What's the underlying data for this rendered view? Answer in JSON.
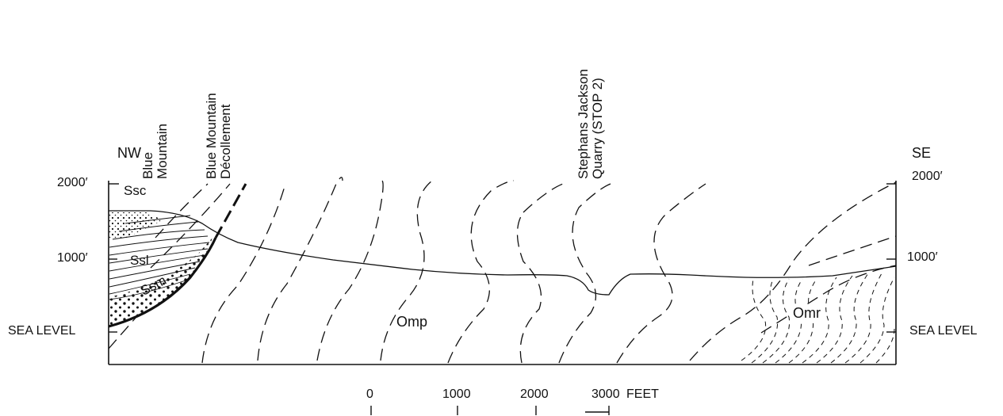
{
  "orientation": {
    "left": "NW",
    "right": "SE"
  },
  "vertical_labels": {
    "blue_mountain": [
      "Blue",
      "Mountain"
    ],
    "decollement": [
      "Blue Mountain",
      "Décollement"
    ],
    "quarry": [
      "Stephans Jackson",
      "Quarry (STOP 2)"
    ]
  },
  "elevation_labels": {
    "left": [
      "2000′",
      "1000′",
      "SEA LEVEL"
    ],
    "right": [
      "2000′",
      "1000′",
      "SEA LEVEL"
    ]
  },
  "units": {
    "Ssc": "Ssc",
    "Ssl": "Ssl",
    "Ssm": "Ssm",
    "Omp": "Omp",
    "Omr": "Omr"
  },
  "scale_bar": {
    "ticks": [
      "0",
      "1000",
      "2000",
      "3000"
    ],
    "unit": "FEET"
  }
}
